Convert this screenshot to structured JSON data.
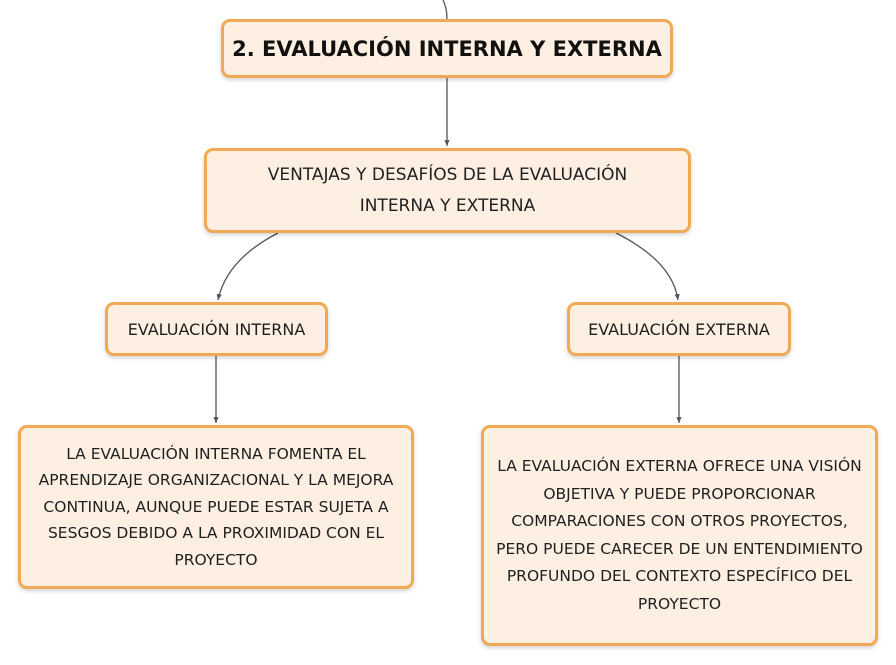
{
  "diagram": {
    "root": {
      "label": "2. EVALUACIÓN INTERNA Y EXTERNA"
    },
    "topic": {
      "label": "VENTAJAS Y DESAFÍOS DE LA EVALUACIÓN INTERNA Y EXTERNA"
    },
    "internal": {
      "label": "EVALUACIÓN INTERNA",
      "detail": "LA EVALUACIÓN INTERNA FOMENTA EL APRENDIZAJE ORGANIZACIONAL Y LA MEJORA CONTINUA, AUNQUE PUEDE ESTAR SUJETA A SESGOS DEBIDO A LA PROXIMIDAD CON EL PROYECTO"
    },
    "external": {
      "label": "EVALUACIÓN EXTERNA",
      "detail": "LA EVALUACIÓN EXTERNA OFRECE UNA VISIÓN OBJETIVA Y PUEDE PROPORCIONAR COMPARACIONES CON OTROS PROYECTOS, PERO PUEDE CARECER DE UN ENTENDIMIENTO PROFUNDO DEL CONTEXTO ESPECÍFICO DEL PROYECTO"
    },
    "colors": {
      "node_fill": "#fdf0e2",
      "node_border": "#f0a955",
      "connector": "#555555"
    }
  }
}
